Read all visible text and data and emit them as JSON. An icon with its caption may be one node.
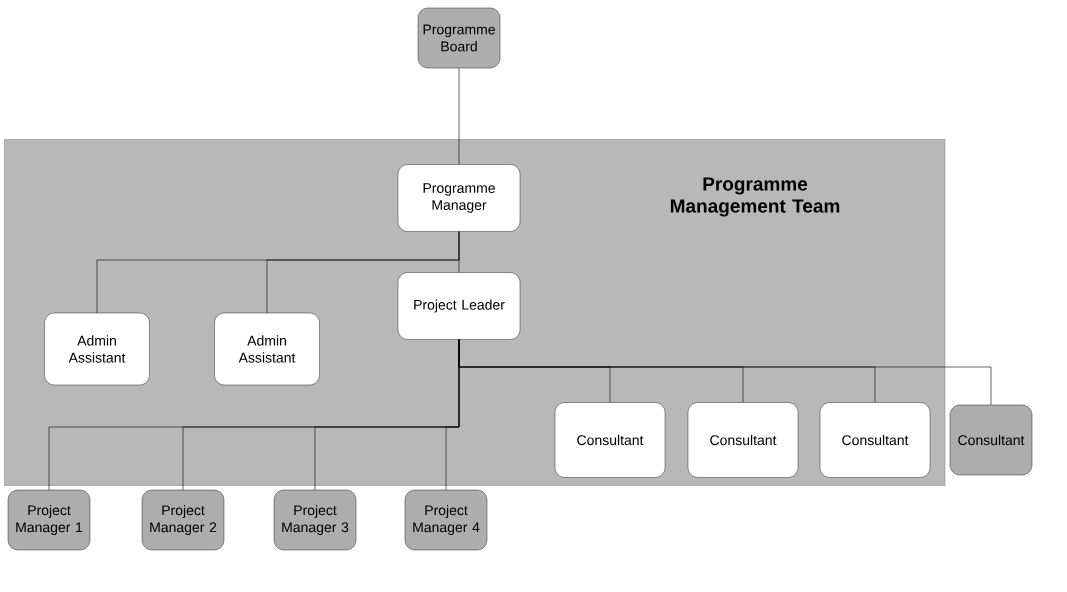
{
  "diagram": {
    "nodes": [
      {
        "text": [
          "Programme Board"
        ]
      },
      {
        "text": [
          "Programme Management Team"
        ]
      },
      {
        "text": [
          "Programme Manager"
        ],
        "in": 1
      },
      {
        "text": [
          "Project Leader"
        ],
        "in": 1
      },
      {
        "text": [
          "Admin Assistant"
        ],
        "in": 1
      },
      {
        "text": [
          "Admin Assistant"
        ],
        "in": 1
      },
      {
        "text": [
          "Consultant"
        ],
        "in": 1
      },
      {
        "text": [
          "Consultant"
        ],
        "in": 1
      },
      {
        "text": [
          "Consultant"
        ],
        "in": 1
      },
      {
        "text": [
          "Consultant"
        ]
      },
      {
        "text": [
          "Project Manager 1"
        ]
      },
      {
        "text": [
          "Project Manager 2"
        ]
      },
      {
        "text": [
          "Project Manager 3"
        ]
      },
      {
        "text": [
          "Project Manager 4"
        ]
      }
    ],
    "edges": [
      {
        "from": 0,
        "to": 2,
        "arrow": "none"
      },
      {
        "from": 2,
        "to": 3,
        "arrow": "none"
      },
      {
        "from": 2,
        "to": 4,
        "arrow": "none"
      },
      {
        "from": 2,
        "to": 5,
        "arrow": "none"
      },
      {
        "from": 3,
        "to": 6,
        "arrow": "none"
      },
      {
        "from": 3,
        "to": 7,
        "arrow": "none"
      },
      {
        "from": 3,
        "to": 8,
        "arrow": "none"
      },
      {
        "from": 3,
        "to": 9,
        "arrow": "none"
      },
      {
        "from": 3,
        "to": 10,
        "arrow": "none"
      },
      {
        "from": 3,
        "to": 11,
        "arrow": "none"
      },
      {
        "from": 3,
        "to": 12,
        "arrow": "none"
      },
      {
        "from": 3,
        "to": 13,
        "arrow": "none"
      }
    ]
  }
}
